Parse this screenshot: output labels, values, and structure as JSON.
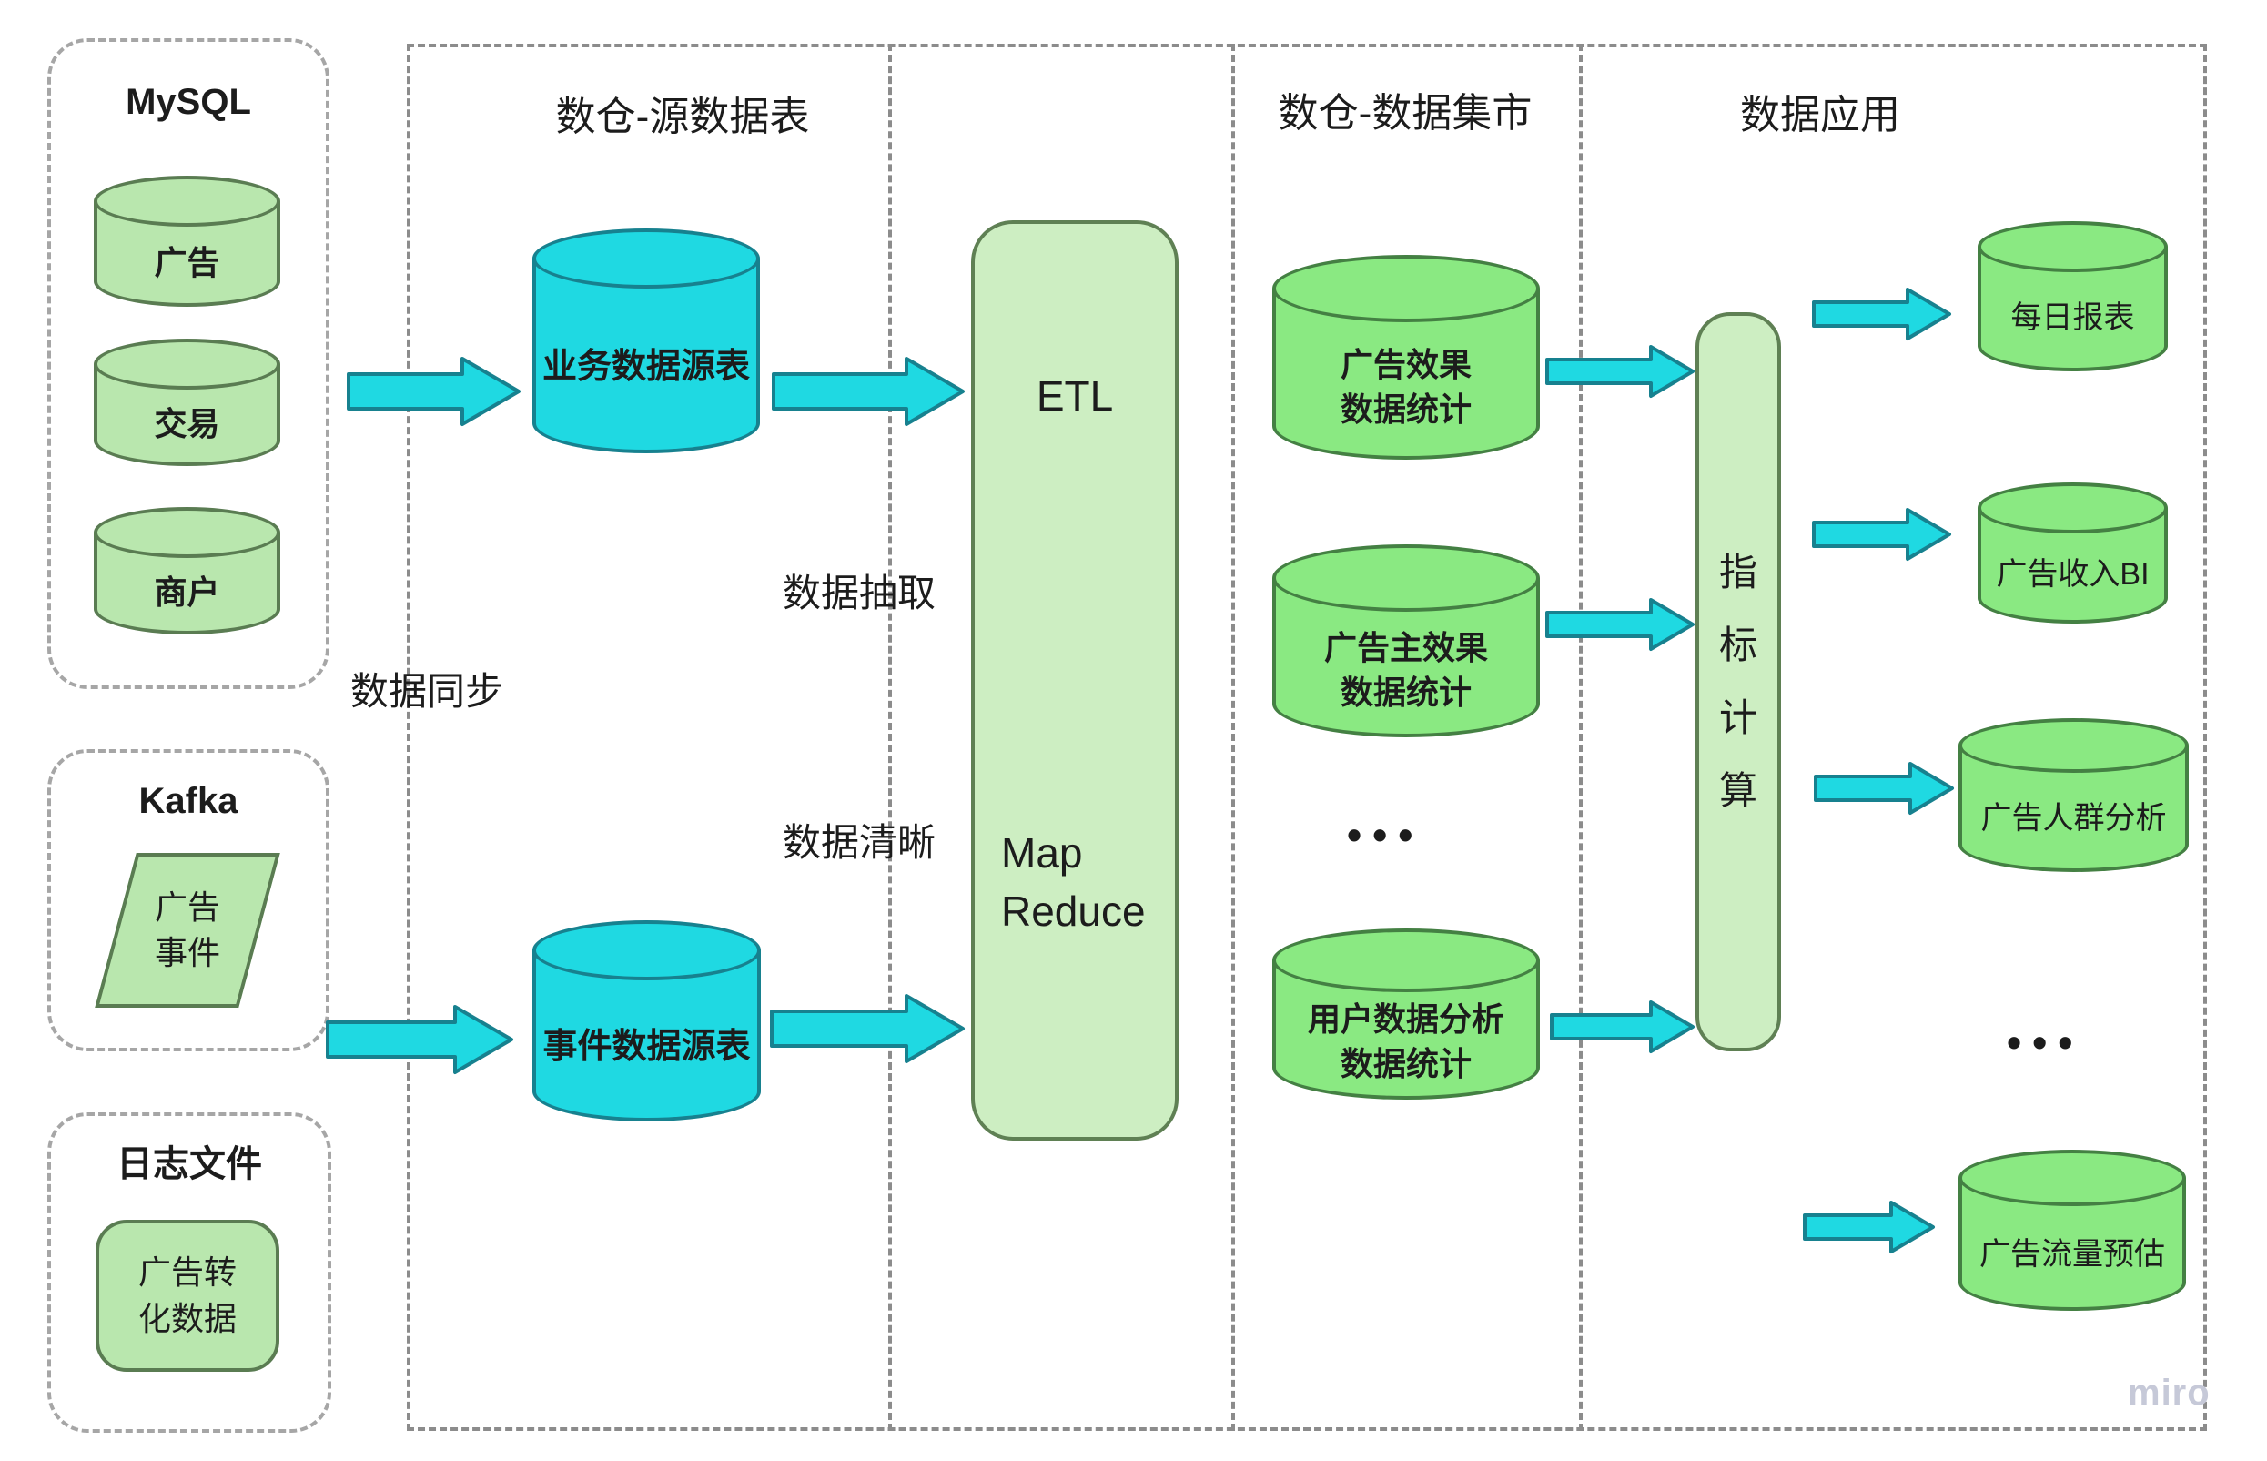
{
  "watermark": "miro",
  "colors": {
    "cyan": "#1fd9e2",
    "cyan_stroke": "#17818f",
    "green_light": "#b9e7ae",
    "green_bright": "#8ae982",
    "panel_green": "#cdeec2",
    "green_stroke": "#5a7c52",
    "dash_gray": "#8c8c8c"
  },
  "groups": {
    "mysql": {
      "title": "MySQL",
      "tables": [
        "广告",
        "交易",
        "商户"
      ]
    },
    "kafka": {
      "title": "Kafka",
      "event_lines": [
        "广告",
        "事件"
      ]
    },
    "logs": {
      "title": "日志文件",
      "file_lines": [
        "广告转",
        "化数据"
      ]
    }
  },
  "sections": {
    "source": {
      "title": "数仓-源数据表"
    },
    "mart": {
      "title": "数仓-数据集市"
    },
    "app": {
      "title": "数据应用"
    }
  },
  "flow_labels": {
    "sync": "数据同步",
    "extract": "数据抽取",
    "clean": "数据清晰"
  },
  "source_tables": {
    "business": "业务数据源表",
    "event": "事件数据源表"
  },
  "etl": {
    "title": "ETL",
    "engine_lines": [
      "Map",
      "Reduce"
    ]
  },
  "marts": [
    {
      "lines": [
        "广告效果",
        "数据统计"
      ]
    },
    {
      "lines": [
        "广告主效果",
        "数据统计"
      ]
    },
    {
      "lines": [
        "用户数据分析",
        "数据统计"
      ]
    }
  ],
  "mart_more": "•••",
  "indicator": {
    "chars": [
      "指",
      "标",
      "计",
      "算"
    ]
  },
  "apps": [
    "每日报表",
    "广告收入BI",
    "广告人群分析",
    "广告流量预估"
  ],
  "app_more": "•••"
}
